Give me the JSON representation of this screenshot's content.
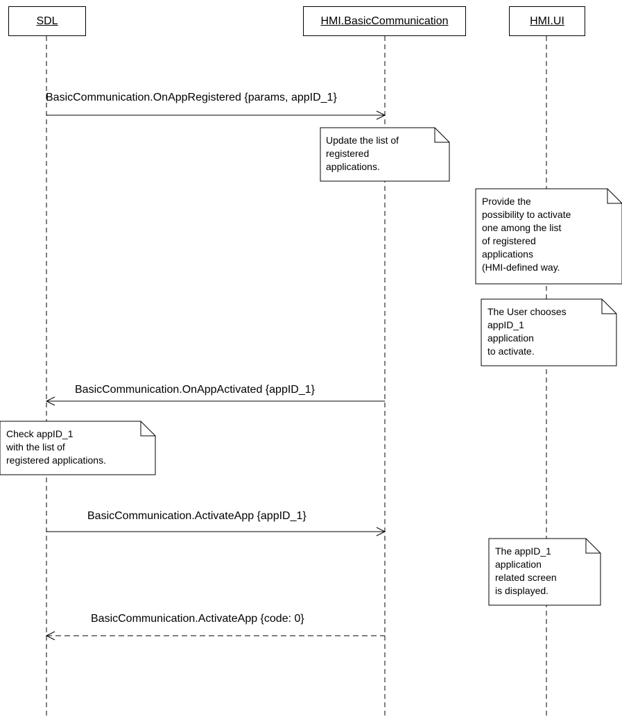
{
  "actors": {
    "sdl": "SDL",
    "basic_communication": "HMI.BasicCommunication",
    "ui": "HMI.UI"
  },
  "messages": {
    "on_app_registered": "BasicCommunication.OnAppRegistered {params, appID_1}",
    "on_app_activated": "BasicCommunication.OnAppActivated {appID_1}",
    "activate_app_request": "BasicCommunication.ActivateApp {appID_1}",
    "activate_app_response": "BasicCommunication.ActivateApp {code: 0}"
  },
  "notes": {
    "update_list": "Update the list of\nregistered\napplications.",
    "provide_possibility": "Provide the\npossibility to activate\none among the list\nof registered\napplications\n(HMI-defined way.",
    "user_chooses": "The User chooses\nappID_1\napplication\nto activate.",
    "check_app": "Check appID_1\nwith the list of\nregistered applications.",
    "screen_displayed": "The appID_1\napplication\nrelated screen\nis displayed."
  },
  "colors": {
    "line": "#000000",
    "background": "#ffffff"
  }
}
